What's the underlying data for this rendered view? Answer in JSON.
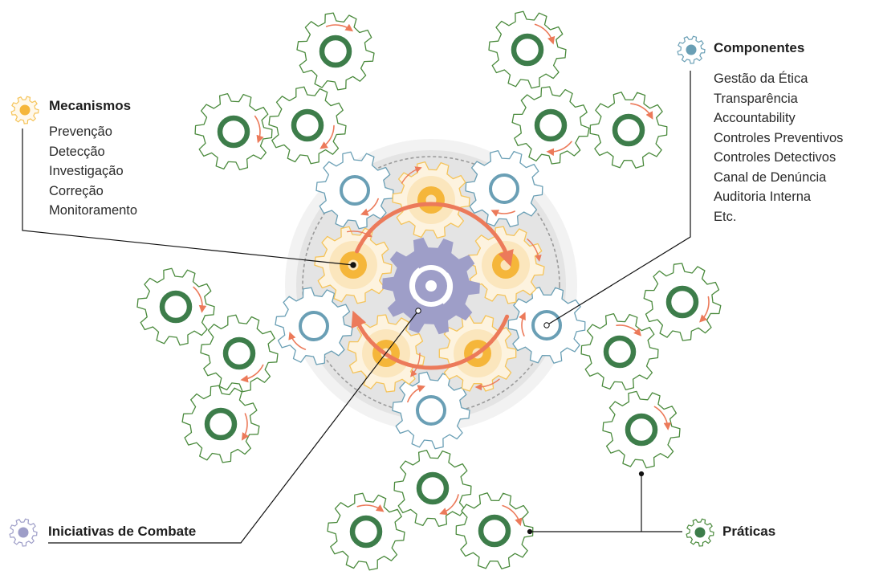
{
  "colors": {
    "practice_gear": "#4a8a3c",
    "practice_ring": "#3d7d4a",
    "component_gear": "#6a9fb5",
    "component_ring": "#6a9fb5",
    "mechanism_gear": "#f5c45a",
    "mechanism_core": "#f5b63a",
    "initiative_gear": "#9e9ec8",
    "arrow": "#ec7a5a",
    "hub": "#e6e6e6",
    "leader_line": "#111111"
  },
  "legend": {
    "mechanisms": {
      "icon": "yellow-gear-icon",
      "title": "Mecanismos",
      "items": [
        "Prevenção",
        "Detecção",
        "Investigação",
        "Correção",
        "Monitoramento"
      ]
    },
    "components": {
      "icon": "blue-gear-icon",
      "title": "Componentes",
      "items": [
        "Gestão da Ética",
        "Transparência",
        "Accountability",
        "Controles Preventivos",
        "Controles Detectivos",
        "Canal de Denúncia",
        "Auditoria Interna",
        "Etc."
      ]
    },
    "initiatives": {
      "icon": "lavender-gear-icon",
      "title": "Iniciativas de Combate"
    },
    "practices": {
      "icon": "green-gear-icon",
      "title": "Práticas"
    }
  }
}
